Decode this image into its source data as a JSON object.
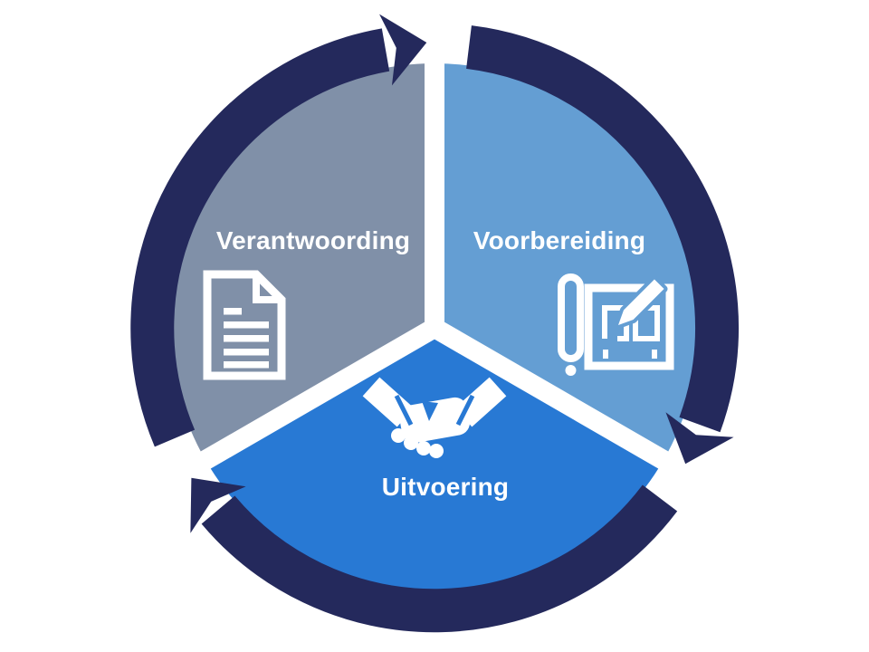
{
  "colors": {
    "page-bg": "#ffffff",
    "ring": "#24295c",
    "label-text": "#ffffff",
    "seg-verantwoording": "#8090a8",
    "seg-voorbereiding": "#649ed3",
    "seg-uitvoering": "#2879d4"
  },
  "diagram": {
    "type": "cycle",
    "direction": "clockwise",
    "segments": [
      {
        "id": "verantwoording",
        "label": "Verantwoording",
        "position": "top-left",
        "color": "#8090a8",
        "icon": "document-icon"
      },
      {
        "id": "voorbereiding",
        "label": "Voorbereiding",
        "position": "top-right",
        "color": "#649ed3",
        "icon": "blueprint-pencil-icon"
      },
      {
        "id": "uitvoering",
        "label": "Uitvoering",
        "position": "bottom",
        "color": "#2879d4",
        "icon": "handshake-icon"
      }
    ]
  }
}
